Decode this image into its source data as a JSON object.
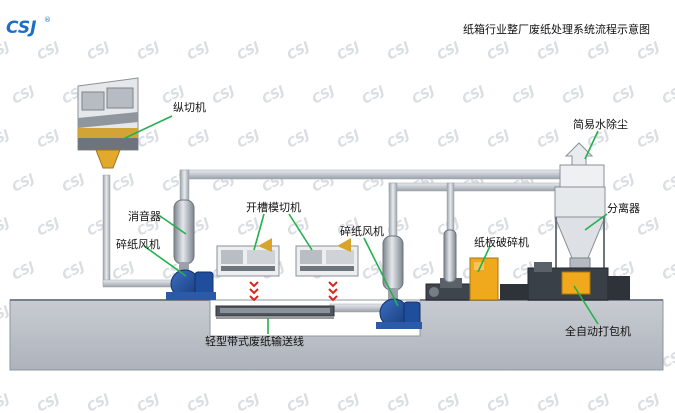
{
  "brand": {
    "logo_text": "CSJ",
    "registered_mark": "®"
  },
  "title": "纸箱行业整厂废纸处理系统流程示意图",
  "watermark": "CSJ",
  "colors": {
    "leader_line": "#22b14c",
    "arrow": "#d9261c",
    "machine_blue": "#1f4e9c",
    "pipe": "#c8ccd2",
    "floor": "#b9bec6",
    "baler_yellow": "#f0a81c",
    "logo_blue": "#1d6fc4"
  },
  "labels": {
    "slitter": "纵切机",
    "silencer": "消音器",
    "fan_left": "碎纸风机",
    "slotter_die_cutter": "开槽模切机",
    "fan_right": "碎纸风机",
    "board_shredder": "纸板破碎机",
    "dust_remover": "简易水除尘",
    "separator": "分离器",
    "baler": "全自动打包机",
    "conveyor": "轻型带式废纸输送线"
  }
}
